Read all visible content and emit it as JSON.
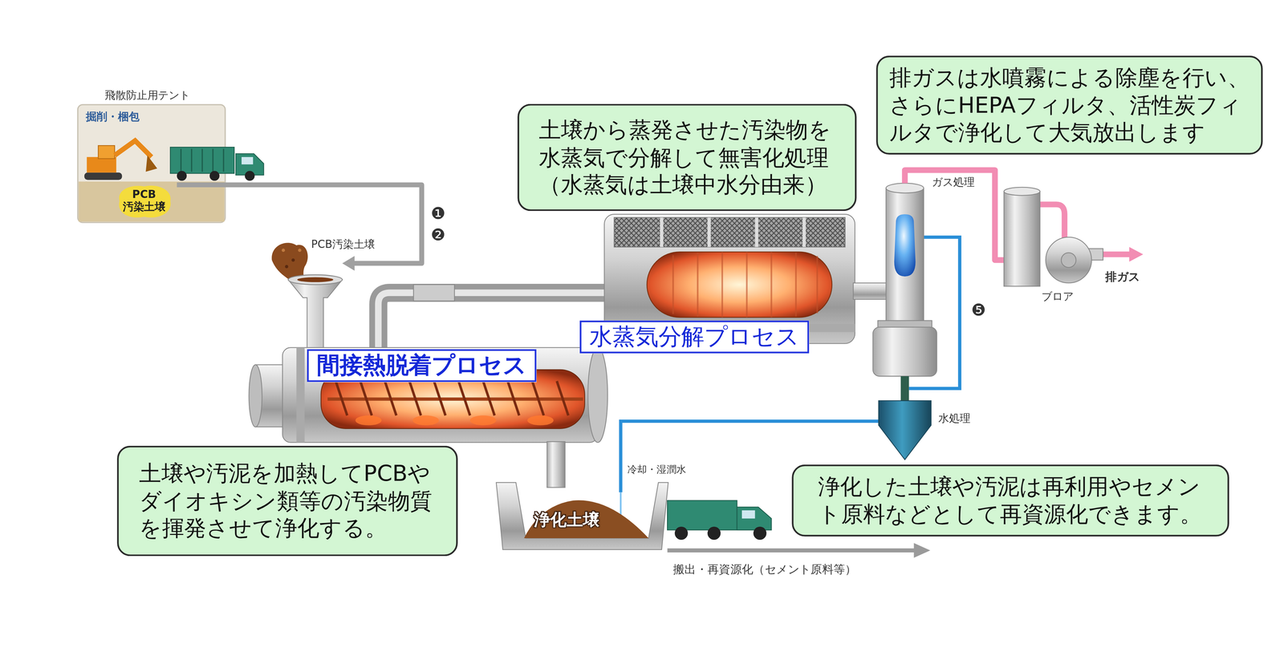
{
  "diagram": {
    "nodes": [
      {
        "text": [
          "飛散防止用テント",
          "掘削・梱包"
        ]
      },
      {
        "text": [
          "PCB 汚染土壌"
        ],
        "in": 0
      },
      {
        "text": [
          "土壌から蒸発させた汚染物を水蒸気で分解して無害化処理（水蒸気は土壌中水分由来）"
        ]
      },
      {
        "text": [
          "排ガスは水噴霧による除塵を行い、さらにHEPAフィルタ、活性炭フィルタで浄化して大気放出します"
        ]
      },
      {
        "text": [
          "水蒸気分解プロセス"
        ]
      },
      {
        "text": [
          "間接熱脱着プロセス"
        ]
      },
      {
        "text": [
          "土壌や汚泥を加熱してPCBやダイオキシン類等の汚染物質を揮発させて浄化する。"
        ]
      },
      {
        "text": [
          "浄化した土壌や汚泥は再利用やセメント原料などとして再資源化できます。"
        ]
      }
    ],
    "labels": [
      "❶",
      "❷",
      "PCB汚染土壌",
      "ガス処理",
      "ブロア",
      "排ガス",
      "❺",
      "水処理",
      "冷却・湿潤水",
      "浄化土壌",
      "搬出・再資源化（セメント原料等）"
    ]
  }
}
